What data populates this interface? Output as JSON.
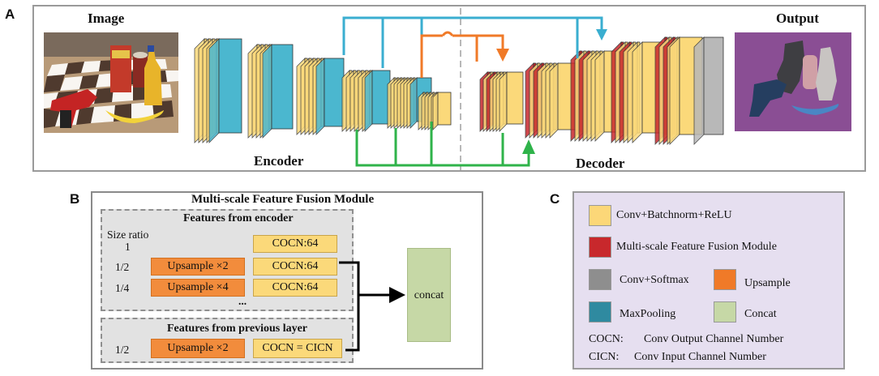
{
  "panels": {
    "a": "A",
    "b": "B",
    "c": "C"
  },
  "panelA": {
    "image_title": "Image",
    "output_title": "Output",
    "encoder_label": "Encoder",
    "decoder_label": "Decoder"
  },
  "panelB": {
    "title": "Multi-scale Feature Fusion Module",
    "encoder_group_title": "Features from encoder",
    "size_ratio_label": "Size ratio",
    "rows": [
      {
        "ratio": "1",
        "upsample": "",
        "cocn": "COCN:64"
      },
      {
        "ratio": "1/2",
        "upsample": "Upsample ×2",
        "cocn": "COCN:64"
      },
      {
        "ratio": "1/4",
        "upsample": "Upsample ×4",
        "cocn": "COCN:64"
      }
    ],
    "ellipsis": "...",
    "previous_group_title": "Features from previous layer",
    "prev_row": {
      "ratio": "1/2",
      "upsample": "Upsample ×2",
      "cocn": "COCN = CICN"
    },
    "concat_label": "concat"
  },
  "legend": {
    "items": [
      {
        "label": "Conv+Batchnorm+ReLU",
        "color": "#fcd778"
      },
      {
        "label": "Multi-scale Feature Fusion Module",
        "color": "#c8282c"
      },
      {
        "label": "Conv+Softmax",
        "color": "#8e8e8e"
      },
      {
        "label": "Upsample",
        "color": "#f07a28"
      },
      {
        "label": "MaxPooling",
        "color": "#2f8aa0"
      },
      {
        "label": "Concat",
        "color": "#c6d8a6"
      }
    ],
    "cocn_key": "COCN:",
    "cocn_def": "Conv Output Channel Number",
    "cicn_key": "CICN:",
    "cicn_def": "Conv  Input Channel Number"
  },
  "colors": {
    "yellow": "#fbd97a",
    "blue": "#4bb7cf",
    "red": "#c8282c",
    "gray": "#b8b8b8",
    "orange_arrow": "#f07a28",
    "blue_arrow": "#3aaed0",
    "green_arrow": "#2fb34a"
  }
}
